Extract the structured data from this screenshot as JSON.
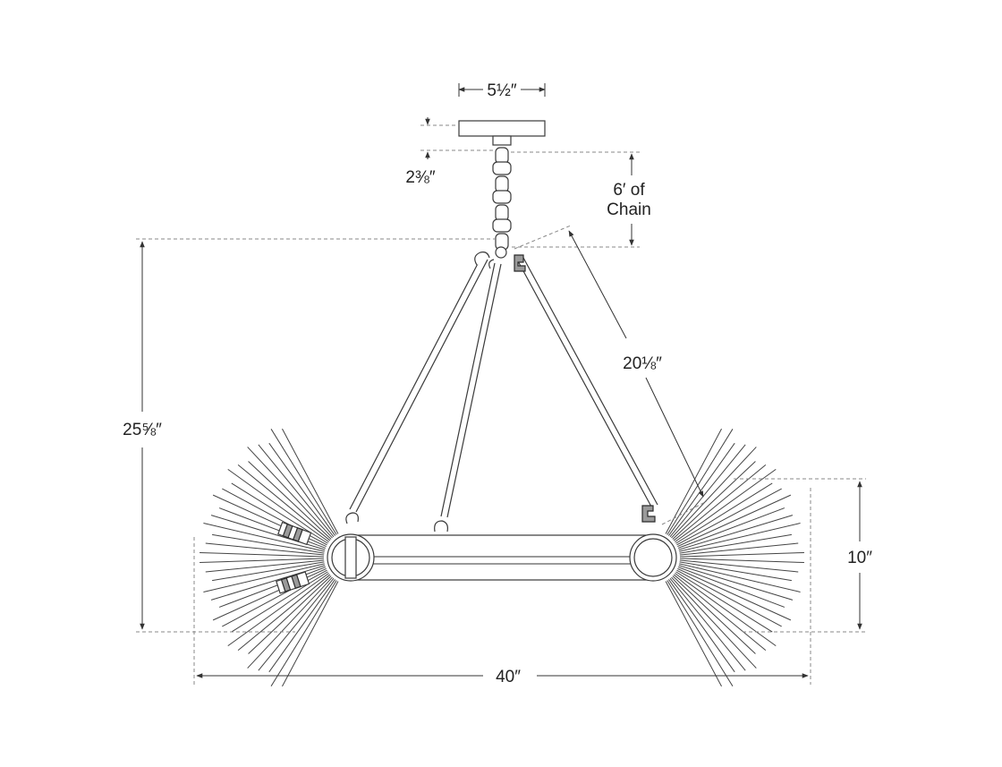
{
  "dimensions": {
    "canopy_width": "5½″",
    "canopy_height": "2⅜″",
    "chain": "6′ of\nChain",
    "arm_length": "20⅛″",
    "overall_height": "25⅝″",
    "body_height": "10″",
    "overall_width": "40″"
  },
  "colors": {
    "line": "#333333",
    "dash": "#888888",
    "fill": "#ffffff"
  }
}
